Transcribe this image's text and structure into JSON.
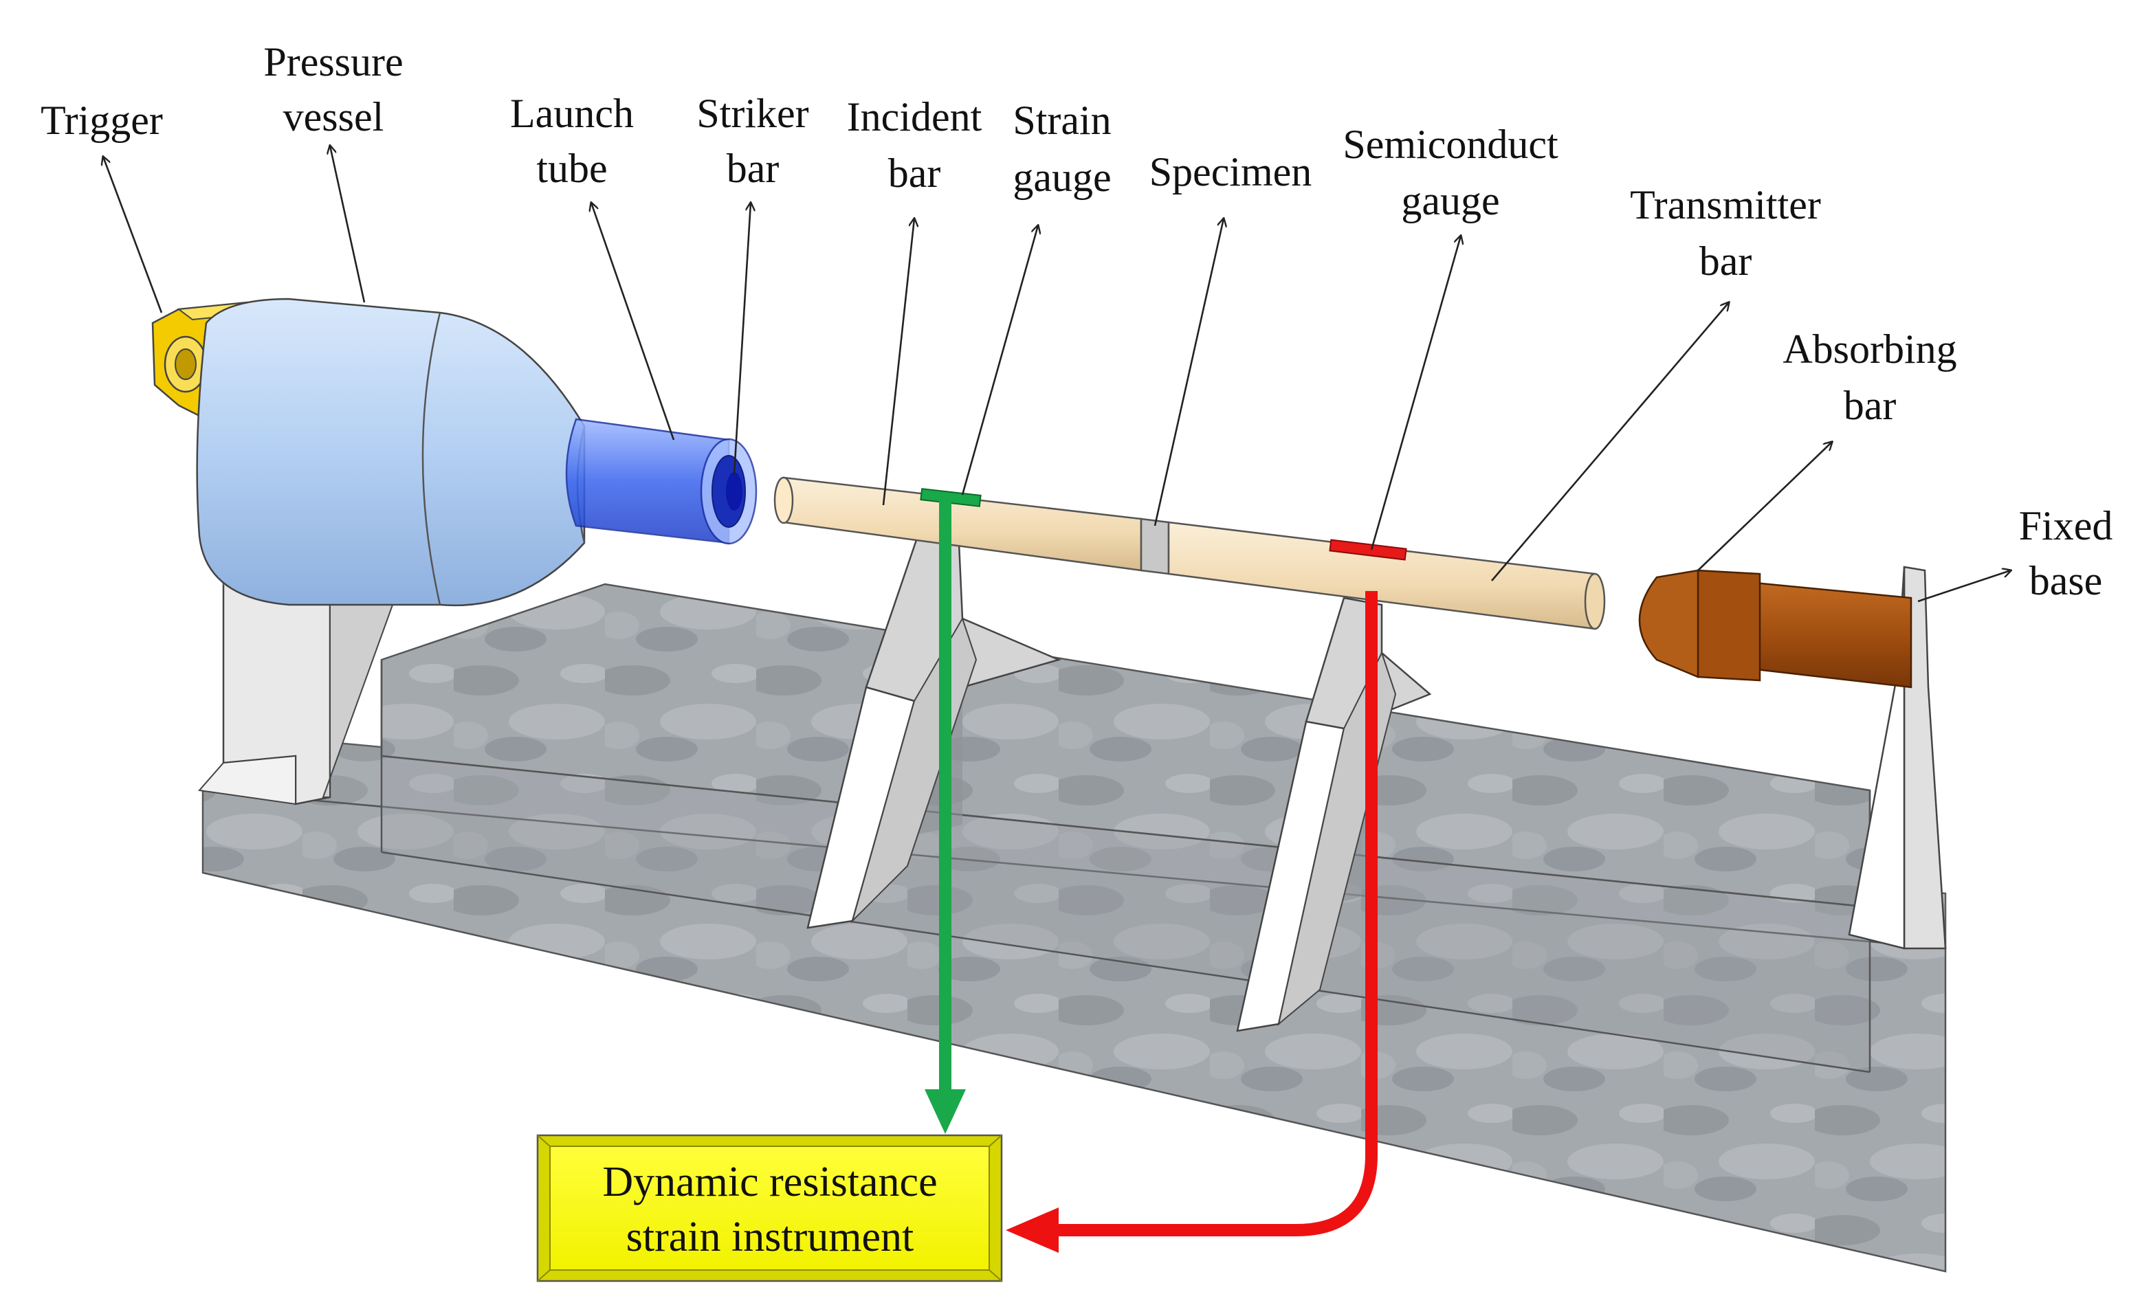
{
  "labels": {
    "trigger": "Trigger",
    "pressure_vessel": [
      "Pressure",
      "vessel"
    ],
    "launch_tube": [
      "Launch",
      "tube"
    ],
    "striker_bar": [
      "Striker",
      "bar"
    ],
    "incident_bar": [
      "Incident",
      "bar"
    ],
    "strain_gauge": [
      "Strain",
      "gauge"
    ],
    "specimen": "Specimen",
    "semiconduct_gauge": [
      "Semiconduct",
      "gauge"
    ],
    "transmitter_bar": [
      "Transmitter",
      "bar"
    ],
    "absorbing_bar": [
      "Absorbing",
      "bar"
    ],
    "fixed_base": [
      "Fixed",
      "base"
    ]
  },
  "instrument": {
    "lines": [
      "Dynamic resistance",
      "strain instrument"
    ]
  },
  "colors": {
    "strain_gauge_signal": "#19a84a",
    "semiconduct_gauge_signal": "#ee1111",
    "instrument_box": "#ffff00",
    "trigger": "#f0c800",
    "pressure_vessel": "#b8d4f4",
    "launch_tube": "#3f6ff0",
    "bar": "#f3ddb6",
    "absorbing_bar": "#a7520f",
    "base": "#9ea3a8"
  }
}
